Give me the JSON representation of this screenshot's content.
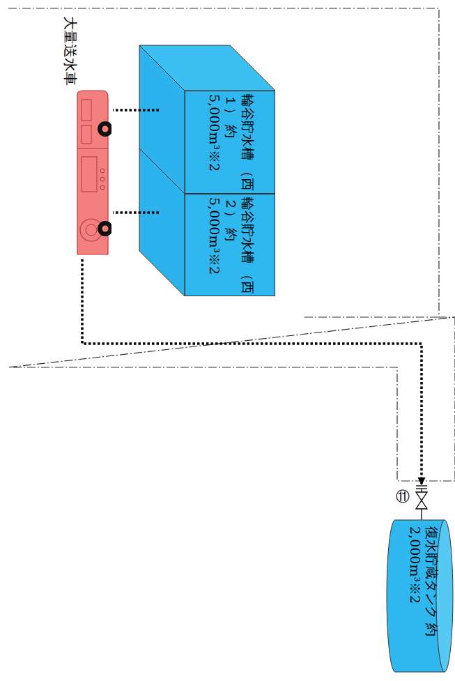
{
  "diagram": {
    "nodes": [
      {
        "text": [
          "大量送水車"
        ]
      },
      {
        "text": [
          "輪谷貯水槽 （西１） 約5,000m³※2"
        ]
      },
      {
        "text": [
          "輪谷貯水槽 （西２） 約5,000m³※2"
        ]
      },
      {
        "text": [
          "復水貯蔵タンク 約2,000m³※2"
        ]
      }
    ],
    "edges": [
      {
        "from": 1,
        "to": 0,
        "arrow": "none"
      },
      {
        "from": 2,
        "to": 0,
        "arrow": "none"
      },
      {
        "from": 0,
        "to": 3,
        "arrow": "to"
      }
    ],
    "labels": [
      "⑪"
    ]
  }
}
